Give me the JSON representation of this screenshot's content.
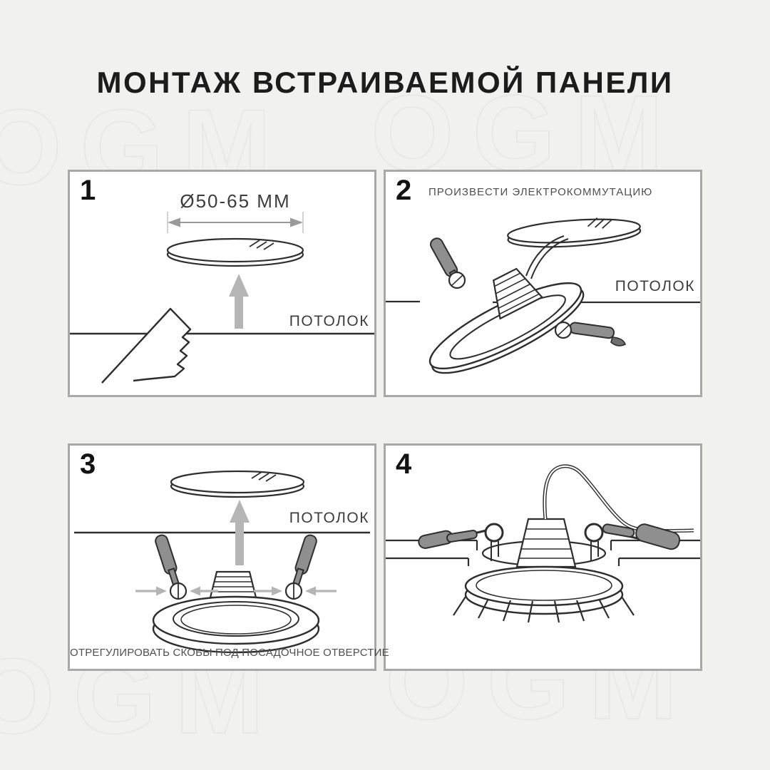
{
  "title": "МОНТАЖ ВСТРАИВАЕМОЙ ПАНЕЛИ",
  "watermark": "OGM",
  "colors": {
    "background": "#f1f1f0",
    "panel_background": "#ffffff",
    "panel_border": "#a8a8a8",
    "line_art": "#2e2e2e",
    "soft_gray_arrow": "#b5b5b5",
    "spring_clip_gray": "#8f8f8f",
    "secondary_text": "#4f4f4f",
    "title_text": "#1c1c1c"
  },
  "steps": [
    {
      "number": "1",
      "dimension": "Ø50-65 ММ",
      "ceiling": "ПОТОЛОК"
    },
    {
      "number": "2",
      "caption": "ПРОИЗВЕСТИ ЭЛЕКТРОКОММУТАЦИЮ",
      "ceiling": "ПОТОЛОК"
    },
    {
      "number": "3",
      "caption": "ОТРЕГУЛИРОВАТЬ СКОБЫ ПОД ПОСАДОЧНОЕ ОТВЕРСТИЕ",
      "ceiling": "ПОТОЛОК"
    },
    {
      "number": "4"
    }
  ]
}
